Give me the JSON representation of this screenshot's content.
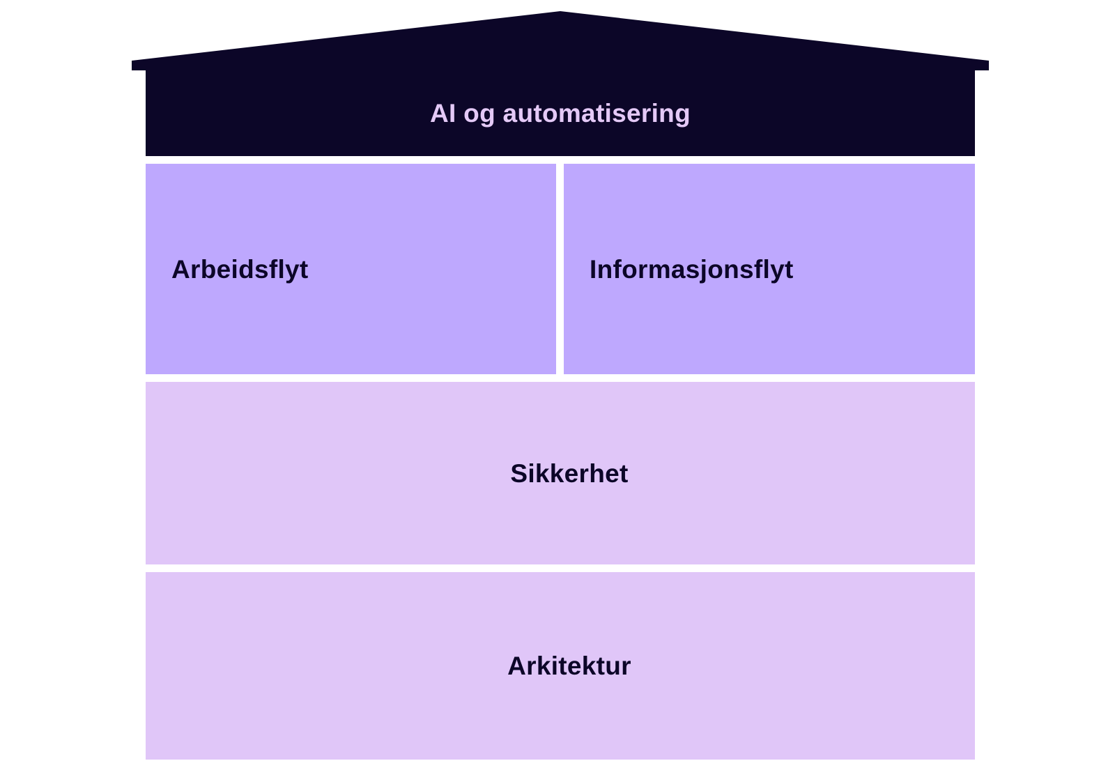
{
  "colors": {
    "background": "#ffffff",
    "roof": "#0c0628",
    "roof_text": "#e4c9f7",
    "middle_block": "#bea8fe",
    "lower_block": "#e0c6f8",
    "block_text": "#0c0628"
  },
  "roof": {
    "label": "AI og automatisering"
  },
  "pillars": [
    {
      "label": "Arbeidsflyt"
    },
    {
      "label": "Informasjonsflyt"
    }
  ],
  "foundation": [
    {
      "label": "Sikkerhet"
    },
    {
      "label": "Arkitektur"
    }
  ]
}
